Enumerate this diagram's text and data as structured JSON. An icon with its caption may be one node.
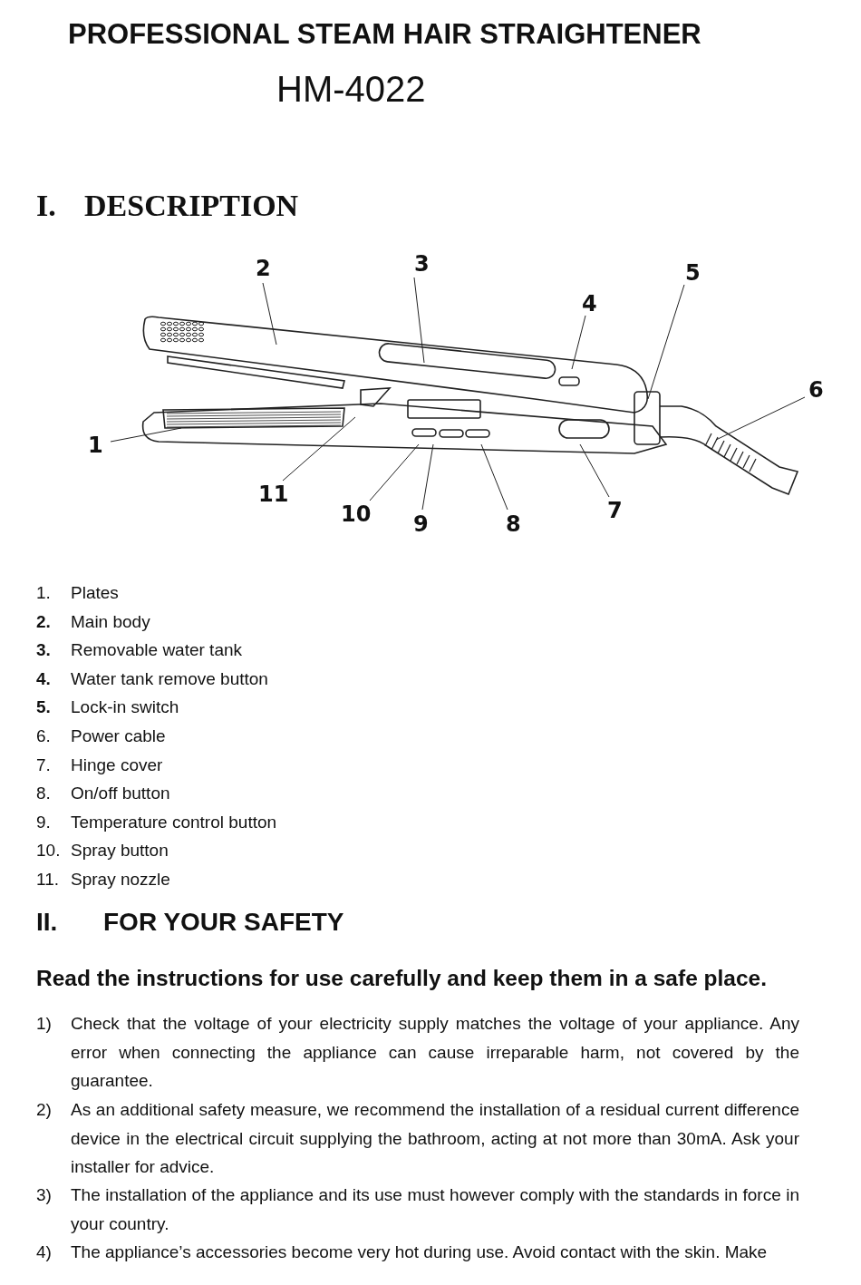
{
  "diagram": {
    "title": "PROFESSIONAL STEAM HAIR STRAIGHTENER",
    "nodes": [
      {
        "text": [
          "1"
        ]
      },
      {
        "text": [
          "2"
        ]
      },
      {
        "text": [
          "3"
        ]
      },
      {
        "text": [
          "4"
        ]
      },
      {
        "text": [
          "5"
        ]
      },
      {
        "text": [
          "6"
        ]
      },
      {
        "text": [
          "7"
        ]
      },
      {
        "text": [
          "8"
        ]
      },
      {
        "text": [
          "9"
        ]
      },
      {
        "text": [
          "10"
        ]
      },
      {
        "text": [
          "11"
        ]
      }
    ],
    "edges": [
      {
        "from": 0,
        "to": null,
        "arrow": "none"
      },
      {
        "from": 1,
        "to": null,
        "arrow": "none"
      },
      {
        "from": 2,
        "to": null,
        "arrow": "none"
      },
      {
        "from": 3,
        "to": null,
        "arrow": "none"
      },
      {
        "from": 4,
        "to": null,
        "arrow": "none"
      },
      {
        "from": 5,
        "to": null,
        "arrow": "none"
      },
      {
        "from": 6,
        "to": null,
        "arrow": "none"
      },
      {
        "from": 7,
        "to": null,
        "arrow": "none"
      },
      {
        "from": 8,
        "to": null,
        "arrow": "none"
      },
      {
        "from": 9,
        "to": null,
        "arrow": "none"
      },
      {
        "from": 10,
        "to": null,
        "arrow": "none"
      }
    ],
    "labels": [
      "HM-4022",
      "I.",
      "DESCRIPTION",
      "1.",
      "Plates",
      "**2.**",
      "Main body",
      "**3.**",
      "Removable water tank",
      "**4.**",
      "Water tank remove button",
      "**5.**",
      "Lock-in switch",
      "6.",
      "Power cable",
      "7.",
      "Hinge cover",
      "8.",
      "On/off button",
      "9.",
      "Temperature control button",
      "10.",
      "Spray button",
      "11.",
      "Spray nozzle",
      "II.",
      "FOR YOUR SAFETY",
      "Read the instructions for use carefully and keep them in a safe place.",
      "1)",
      "Check that the voltage of your electricity supply matches the voltage of your appliance. Any error when connecting the appliance can cause irreparable harm, not covered by the guarantee.",
      "2)",
      "As an additional safety measure, we recommend the installation of a residual current difference device in the electrical circuit supplying the bathroom, acting at not more than 30mA. Ask your installer for advice.",
      "3)",
      "The installation of the appliance and its use must however comply with the standards in force in your country.",
      "4)",
      "The appliance’s accessories become very hot during use. Avoid contact with the skin. Make"
    ]
  }
}
